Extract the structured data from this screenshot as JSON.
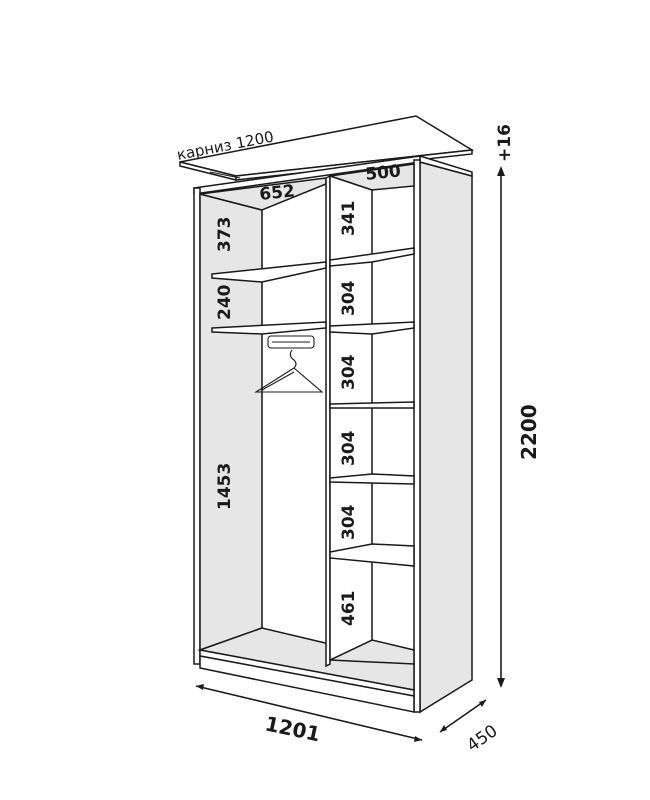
{
  "diagram": {
    "type": "wardrobe-dimension-drawing",
    "colors": {
      "line": "#1a1a1a",
      "panel_fill": "#ffffff",
      "shade_fill": "#e6e6e6"
    },
    "cornice": {
      "label": "карниз 1200"
    },
    "overall": {
      "width": "1201",
      "depth": "450",
      "height": "2200",
      "cornice_extra": "+16"
    },
    "left_section": {
      "width": "652",
      "heights": [
        "373",
        "240",
        "1453"
      ],
      "hanging_rail": "hanger-with-rail"
    },
    "right_section": {
      "width": "500",
      "heights": [
        "341",
        "304",
        "304",
        "304",
        "304",
        "461"
      ]
    }
  }
}
